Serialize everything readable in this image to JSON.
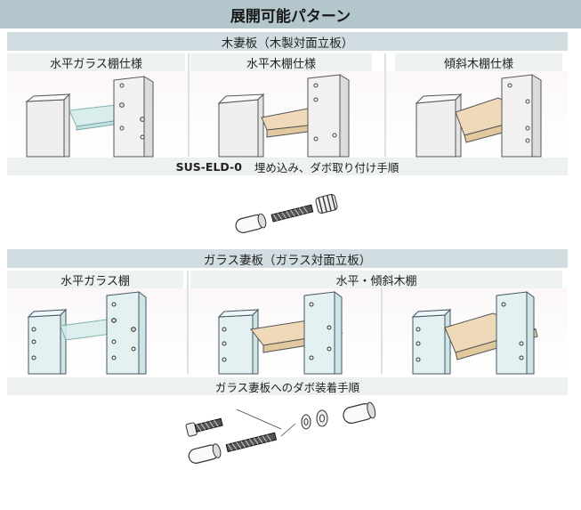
{
  "main_title": "展開可能パターン",
  "wood_section": {
    "header": "木妻板（木製対面立板）",
    "columns": [
      "水平ガラス棚仕様",
      "水平木棚仕様",
      "傾斜木棚仕様"
    ],
    "step_code": "SUS-ELD-0",
    "step_text": "埋め込み、ダボ取り付け手順"
  },
  "glass_section": {
    "header": "ガラス妻板（ガラス対面立板）",
    "columns": [
      "水平ガラス棚",
      "水平・傾斜木棚"
    ],
    "step_text": "ガラス妻板へのダボ装着手順"
  },
  "colors": {
    "title_bar": "#b3c6cc",
    "section_header": "#d2dde1",
    "shelf_wood": "#efd9b8",
    "glass": "#d7ecec",
    "glass_panel": "#e3f1f1"
  }
}
